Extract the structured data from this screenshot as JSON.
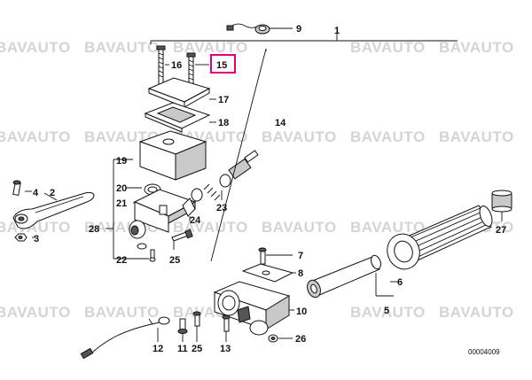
{
  "diagram": {
    "watermark": "BAVAUTO",
    "reference_code": "00004009",
    "highlighted_part": "15",
    "highlight_color": "#e2007a",
    "part_numbers": [
      "1",
      "2",
      "3",
      "4",
      "5",
      "6",
      "7",
      "8",
      "9",
      "10",
      "11",
      "12",
      "13",
      "14",
      "15",
      "16",
      "17",
      "18",
      "19",
      "20",
      "21",
      "22",
      "23",
      "24",
      "25",
      "26",
      "27",
      "28",
      "25"
    ]
  }
}
